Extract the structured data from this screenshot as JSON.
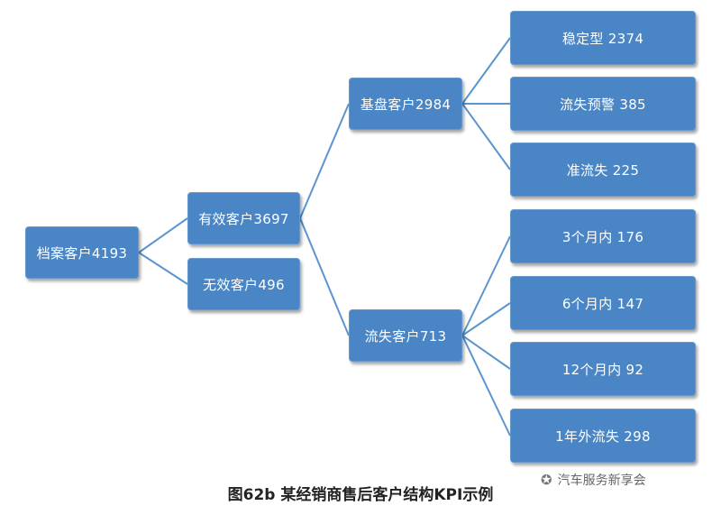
{
  "tree": {
    "root": "档案客户4193",
    "valid": "有效客户3697",
    "invalid": "无效客户496",
    "base": "基盘客户2984",
    "lost": "流失客户713",
    "stable": "稳定型  2374",
    "warning": "流失预警 385",
    "quasi_lost": "准流失 225",
    "m3": "3个月内 176",
    "m6": "6个月内 147",
    "m12": "12个月内 92",
    "y1": "1年外流失 298"
  },
  "caption": "图62b 某经销商售后客户结构KPI示例",
  "watermark": "汽车服务新享会",
  "colors": {
    "node": "#4a86c5",
    "connector": "#5b95cf"
  }
}
